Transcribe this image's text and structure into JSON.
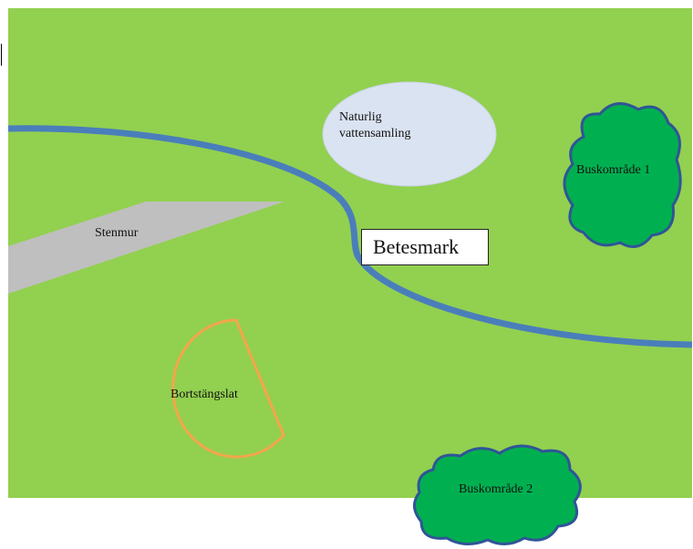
{
  "labels": {
    "pond_line1": "Naturlig",
    "pond_line2": "vattensamling",
    "stone_wall": "Stenmur",
    "pasture": "Betesmark",
    "bush_area_1": "Buskområde 1",
    "bush_area_2": "Buskområde 2",
    "fenced_off": "Bortstängslat"
  },
  "colors": {
    "grass": "#92D050",
    "stream": "#4A7EBB",
    "pond": "#DAE3F1",
    "stone_wall": "#BFBFBF",
    "bush_fill": "#00B050",
    "bush_outline": "#2F5597",
    "fenced_outline": "#F4A64B"
  }
}
